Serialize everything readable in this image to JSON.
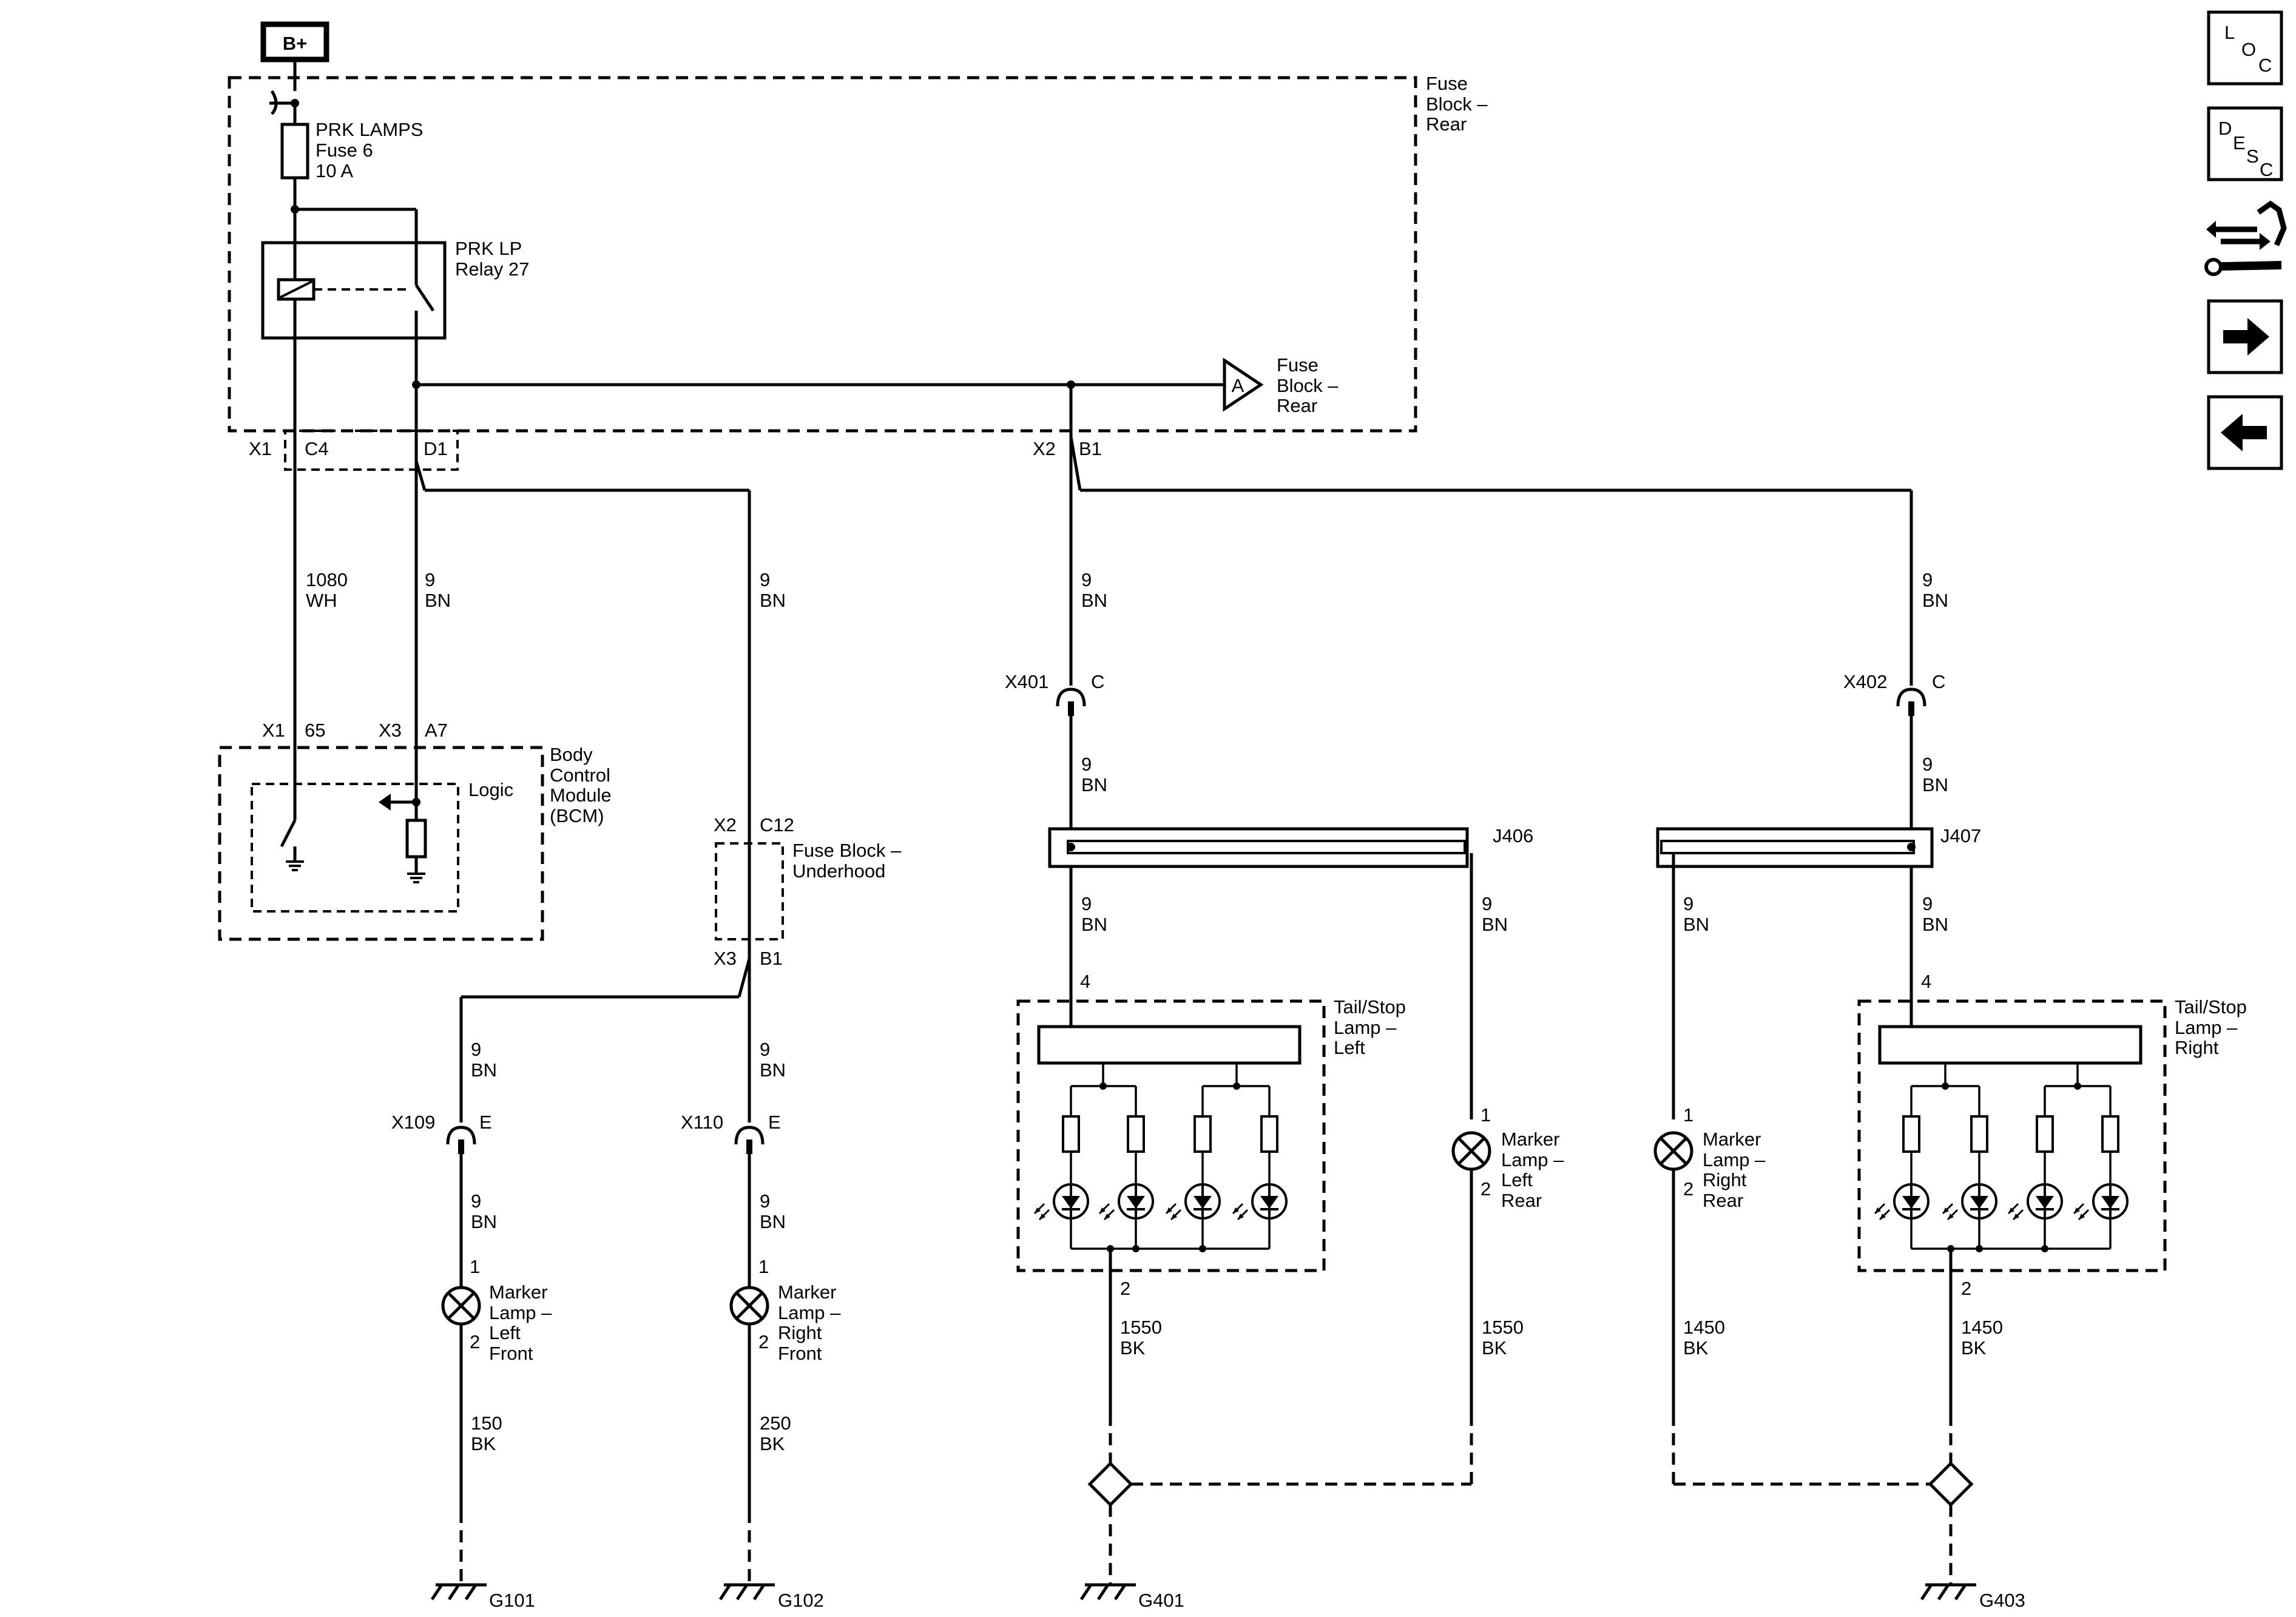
{
  "power": {
    "bplus": "B+"
  },
  "fuse_block_rear": {
    "label": [
      "Fuse",
      "Block –",
      "Rear"
    ],
    "fuse": [
      "PRK LAMPS",
      "Fuse 6",
      "10 A"
    ],
    "relay": [
      "PRK LP",
      "Relay 27"
    ],
    "connector_a": "A",
    "conn_a_label": [
      "Fuse",
      "Block –",
      "Rear"
    ]
  },
  "pins": {
    "x1_c4": [
      "X1",
      "C4"
    ],
    "d1": "D1",
    "x2_b1": [
      "X2",
      "B1"
    ],
    "bcm_x1_65": [
      "X1",
      "65"
    ],
    "bcm_x3_a7": [
      "X3",
      "A7"
    ],
    "fbu_x2_c12": [
      "X2",
      "C12"
    ],
    "fbu_x3_b1": [
      "X3",
      "B1"
    ]
  },
  "wires": {
    "w1080": [
      "1080",
      "WH"
    ],
    "w9_relay": [
      "9",
      "BN"
    ],
    "w9_under_top": [
      "9",
      "BN"
    ],
    "w9_x401_top": [
      "9",
      "BN"
    ],
    "w9_x402_top": [
      "9",
      "BN"
    ],
    "w9_x401_bot": [
      "9",
      "BN"
    ],
    "w9_x402_bot": [
      "9",
      "BN"
    ],
    "w9_j406_left": [
      "9",
      "BN"
    ],
    "w9_j406_right": [
      "9",
      "BN"
    ],
    "w9_j407_left": [
      "9",
      "BN"
    ],
    "w9_j407_right": [
      "9",
      "BN"
    ],
    "w9_x109_top": [
      "9",
      "BN"
    ],
    "w9_x110_top": [
      "9",
      "BN"
    ],
    "w9_x109_bot": [
      "9",
      "BN"
    ],
    "w9_x110_bot": [
      "9",
      "BN"
    ],
    "w150": [
      "150",
      "BK"
    ],
    "w250": [
      "250",
      "BK"
    ],
    "w1550_a": [
      "1550",
      "BK"
    ],
    "w1550_b": [
      "1550",
      "BK"
    ],
    "w1450_a": [
      "1450",
      "BK"
    ],
    "w1450_b": [
      "1450",
      "BK"
    ]
  },
  "bcm": {
    "label": [
      "Body",
      "Control",
      "Module",
      "(BCM)"
    ],
    "logic": "Logic"
  },
  "fuse_block_underhood": {
    "label": [
      "Fuse Block –",
      "Underhood"
    ]
  },
  "connectors": {
    "x401": [
      "X401",
      "C"
    ],
    "x402": [
      "X402",
      "C"
    ],
    "x109": [
      "X109",
      "E"
    ],
    "x110": [
      "X110",
      "E"
    ]
  },
  "splices": {
    "j406": "J406",
    "j407": "J407"
  },
  "lamps": {
    "tail_left": {
      "label": [
        "Tail/Stop",
        "Lamp –",
        "Left"
      ],
      "pin_top": "4",
      "pin_bottom": "2"
    },
    "tail_right": {
      "label": [
        "Tail/Stop",
        "Lamp –",
        "Right"
      ],
      "pin_top": "4",
      "pin_bottom": "2"
    },
    "marker_lr": {
      "label": [
        "Marker",
        "Lamp –",
        "Left",
        "Rear"
      ],
      "pin1": "1",
      "pin2": "2"
    },
    "marker_rr": {
      "label": [
        "Marker",
        "Lamp –",
        "Right",
        "Rear"
      ],
      "pin1": "1",
      "pin2": "2"
    },
    "marker_lf": {
      "label": [
        "Marker",
        "Lamp –",
        "Left",
        "Front"
      ],
      "pin1": "1",
      "pin2": "2"
    },
    "marker_rf": {
      "label": [
        "Marker",
        "Lamp –",
        "Right",
        "Front"
      ],
      "pin1": "1",
      "pin2": "2"
    }
  },
  "grounds": {
    "g101": "G101",
    "g102": "G102",
    "g401": "G401",
    "g403": "G403"
  },
  "nav": {
    "loc": [
      "L",
      "O",
      "C"
    ],
    "desc": [
      "D",
      "E",
      "S",
      "C"
    ]
  }
}
